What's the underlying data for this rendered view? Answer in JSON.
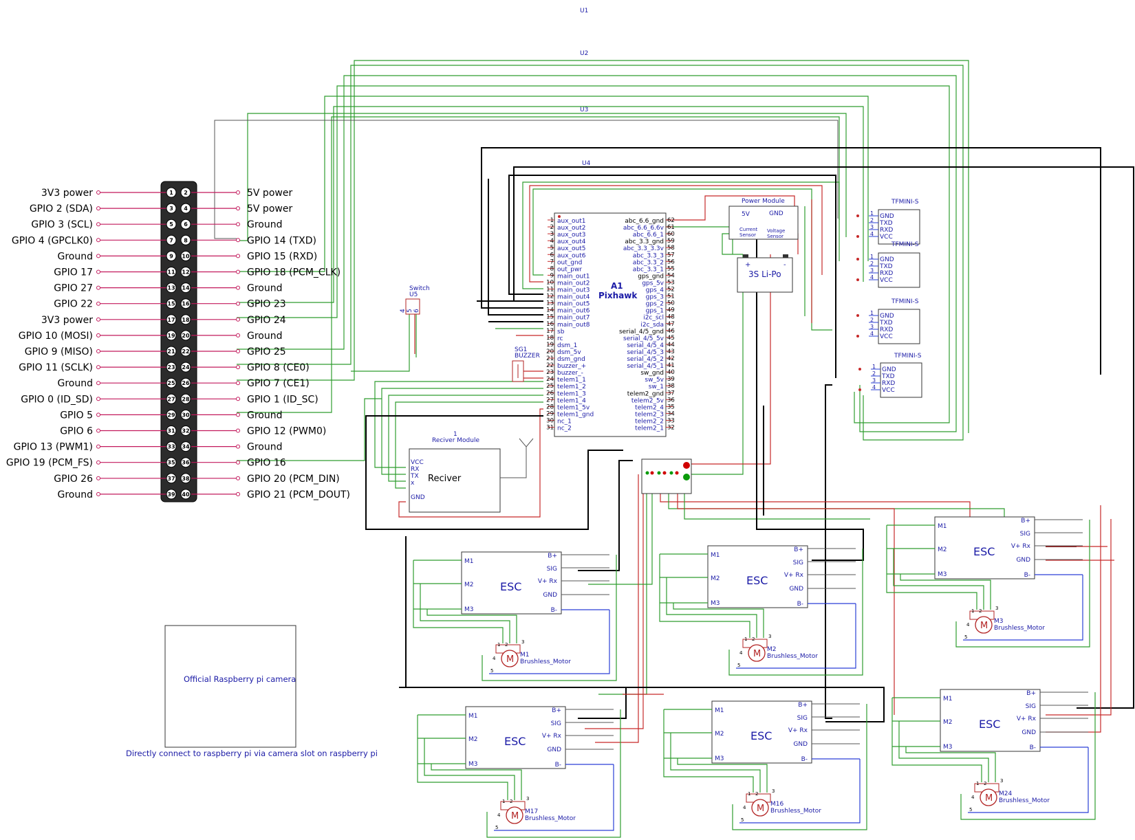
{
  "labels": {
    "u1": "U1",
    "u2": "U2",
    "u3": "U3",
    "u4": "U4",
    "u5": "U5",
    "switch": "Switch",
    "buzzer_ref": "SG1",
    "buzzer": "BUZZER",
    "receiver_ref": "1",
    "receiver_module": "Reciver Module",
    "receiver": "Reciver",
    "power_module": "Power Module",
    "battery": "3S Li-Po",
    "camera": "Official Raspberry pi camera",
    "camera_note": "Directly connect to raspberry pi via camera slot on raspberry pi",
    "a1": "A1",
    "pixhawk": "Pixhawk",
    "tfmini": "TFMINI-S",
    "esc": "ESC"
  },
  "gpio_left": [
    {
      "label": "3V3 power",
      "pin": "1"
    },
    {
      "label": "GPIO 2 (SDA)",
      "pin": "3"
    },
    {
      "label": "GPIO 3 (SCL)",
      "pin": "5"
    },
    {
      "label": "GPIO 4 (GPCLK0)",
      "pin": "7"
    },
    {
      "label": "Ground",
      "pin": "9"
    },
    {
      "label": "GPIO 17",
      "pin": "11"
    },
    {
      "label": "GPIO 27",
      "pin": "13"
    },
    {
      "label": "GPIO 22",
      "pin": "15"
    },
    {
      "label": "3V3 power",
      "pin": "17"
    },
    {
      "label": "GPIO 10 (MOSI)",
      "pin": "19"
    },
    {
      "label": "GPIO 9 (MISO)",
      "pin": "21"
    },
    {
      "label": "GPIO 11 (SCLK)",
      "pin": "23"
    },
    {
      "label": "Ground",
      "pin": "25"
    },
    {
      "label": "GPIO 0 (ID_SD)",
      "pin": "27"
    },
    {
      "label": "GPIO 5",
      "pin": "29"
    },
    {
      "label": "GPIO 6",
      "pin": "31"
    },
    {
      "label": "GPIO 13 (PWM1)",
      "pin": "33"
    },
    {
      "label": "GPIO 19 (PCM_FS)",
      "pin": "35"
    },
    {
      "label": "GPIO 26",
      "pin": "37"
    },
    {
      "label": "Ground",
      "pin": "39"
    }
  ],
  "gpio_right": [
    {
      "label": "5V power",
      "pin": "2"
    },
    {
      "label": "5V power",
      "pin": "4"
    },
    {
      "label": "Ground",
      "pin": "6"
    },
    {
      "label": "GPIO 14 (TXD)",
      "pin": "8"
    },
    {
      "label": "GPIO 15 (RXD)",
      "pin": "10"
    },
    {
      "label": "GPIO 18 (PCM_CLK)",
      "pin": "12"
    },
    {
      "label": "Ground",
      "pin": "14"
    },
    {
      "label": "GPIO 23",
      "pin": "16"
    },
    {
      "label": "GPIO 24",
      "pin": "18"
    },
    {
      "label": "Ground",
      "pin": "20"
    },
    {
      "label": "GPIO 25",
      "pin": "22"
    },
    {
      "label": "GPIO 8 (CE0)",
      "pin": "24"
    },
    {
      "label": "GPIO 7 (CE1)",
      "pin": "26"
    },
    {
      "label": "GPIO 1 (ID_SC)",
      "pin": "28"
    },
    {
      "label": "Ground",
      "pin": "30"
    },
    {
      "label": "GPIO 12 (PWM0)",
      "pin": "32"
    },
    {
      "label": "Ground",
      "pin": "34"
    },
    {
      "label": "GPIO 16",
      "pin": "36"
    },
    {
      "label": "GPIO 20 (PCM_DIN)",
      "pin": "38"
    },
    {
      "label": "GPIO 21 (PCM_DOUT)",
      "pin": "40"
    }
  ],
  "pixhawk_left": [
    {
      "n": "1",
      "l": "aux_out1"
    },
    {
      "n": "2",
      "l": "aux_out2"
    },
    {
      "n": "3",
      "l": "aux_out3"
    },
    {
      "n": "4",
      "l": "aux_out4"
    },
    {
      "n": "5",
      "l": "aux_out5"
    },
    {
      "n": "6",
      "l": "aux_out6"
    },
    {
      "n": "7",
      "l": "out_gnd"
    },
    {
      "n": "8",
      "l": "out_pwr"
    },
    {
      "n": "9",
      "l": "main_out1"
    },
    {
      "n": "10",
      "l": "main_out2"
    },
    {
      "n": "11",
      "l": "main_out3"
    },
    {
      "n": "12",
      "l": "main_out4"
    },
    {
      "n": "13",
      "l": "main_out5"
    },
    {
      "n": "14",
      "l": "main_out6"
    },
    {
      "n": "15",
      "l": "main_out7"
    },
    {
      "n": "16",
      "l": "main_out8"
    },
    {
      "n": "17",
      "l": "sb"
    },
    {
      "n": "18",
      "l": "rc"
    },
    {
      "n": "19",
      "l": "dsm_1"
    },
    {
      "n": "20",
      "l": "dsm_5v"
    },
    {
      "n": "21",
      "l": "dsm_gnd"
    },
    {
      "n": "22",
      "l": "buzzer_+"
    },
    {
      "n": "23",
      "l": "buzzer_-"
    },
    {
      "n": "24",
      "l": "telem1_1"
    },
    {
      "n": "25",
      "l": "telem1_2"
    },
    {
      "n": "26",
      "l": "telem1_3"
    },
    {
      "n": "27",
      "l": "telem1_4"
    },
    {
      "n": "28",
      "l": "telem1_5v"
    },
    {
      "n": "29",
      "l": "telem1_gnd"
    },
    {
      "n": "30",
      "l": "nc_1"
    },
    {
      "n": "31",
      "l": "nc_2"
    }
  ],
  "pixhawk_right": [
    {
      "n": "62",
      "l": "abc_6.6_gnd"
    },
    {
      "n": "61",
      "l": "abc_6.6_6.6v"
    },
    {
      "n": "60",
      "l": "abc_6.6_1"
    },
    {
      "n": "59",
      "l": "abc_3.3_gnd"
    },
    {
      "n": "58",
      "l": "abc_3.3_3.3v"
    },
    {
      "n": "57",
      "l": "abc_3.3_3"
    },
    {
      "n": "56",
      "l": "abc_3.3_2"
    },
    {
      "n": "55",
      "l": "abc_3.3_1"
    },
    {
      "n": "54",
      "l": "gps_gnd"
    },
    {
      "n": "53",
      "l": "gps_5v"
    },
    {
      "n": "52",
      "l": "gps_4"
    },
    {
      "n": "51",
      "l": "gps_3"
    },
    {
      "n": "50",
      "l": "gps_2"
    },
    {
      "n": "49",
      "l": "gps_1"
    },
    {
      "n": "48",
      "l": "i2c_scl"
    },
    {
      "n": "47",
      "l": "i2c_sda"
    },
    {
      "n": "46",
      "l": "serial_4/5_gnd"
    },
    {
      "n": "45",
      "l": "serial_4/5_5v"
    },
    {
      "n": "44",
      "l": "serial_4/5_4"
    },
    {
      "n": "43",
      "l": "serial_4/5_3"
    },
    {
      "n": "42",
      "l": "serial_4/5_2"
    },
    {
      "n": "41",
      "l": "serial_4/5_1"
    },
    {
      "n": "40",
      "l": "sw_gnd"
    },
    {
      "n": "39",
      "l": "sw_5v"
    },
    {
      "n": "38",
      "l": "sw_1"
    },
    {
      "n": "37",
      "l": "telem2_gnd"
    },
    {
      "n": "36",
      "l": "telem2_5v"
    },
    {
      "n": "35",
      "l": "telem2_4"
    },
    {
      "n": "34",
      "l": "telem2_3"
    },
    {
      "n": "33",
      "l": "telem2_2"
    },
    {
      "n": "32",
      "l": "telem2_1"
    }
  ],
  "tfmini_pins": [
    {
      "n": "1",
      "l": "GND"
    },
    {
      "n": "2",
      "l": "TXD"
    },
    {
      "n": "3",
      "l": "RXD"
    },
    {
      "n": "4",
      "l": "VCC"
    }
  ],
  "receiver_pins": [
    "VCC",
    "RX",
    "TX",
    "x",
    "GND"
  ],
  "power_pins": {
    "v5": "5V",
    "gnd": "GND",
    "current": "Current",
    "current2": "Sensor",
    "voltage": "Voltage",
    "voltage2": "Sensor",
    "plus": "+",
    "minus": "-"
  },
  "esc_pins": {
    "m1": "M1",
    "m2": "M2",
    "m3": "M3",
    "bplus": "B+",
    "sig": "SIG",
    "vrx": "V+ Rx",
    "gnd": "GND",
    "bminus": "B-"
  },
  "switch_pins": [
    "4",
    "5",
    "6"
  ],
  "escs": [
    {
      "motor": "M1",
      "motor_label": "Brushless_Motor"
    },
    {
      "motor": "M2",
      "motor_label": "Brushless_Motor"
    },
    {
      "motor": "M3",
      "motor_label": "Brushless_Motor"
    },
    {
      "motor": "M17",
      "motor_label": "Brushless_Motor"
    },
    {
      "motor": "M16",
      "motor_label": "Brushless_Motor"
    },
    {
      "motor": "M24",
      "motor_label": "Brushless_Motor"
    }
  ],
  "motor_pin_labels": {
    "p1": "1",
    "p2": "2",
    "p3": "3",
    "p4": "4",
    "p5": "5",
    "m": "M"
  },
  "colors": {
    "wire_red": "#c62828",
    "wire_green": "#2e9c2e",
    "wire_black": "#000000",
    "wire_blue": "#2a3fd6",
    "gpio_pink": "#c2185b",
    "label_blue": "#1a1aa6"
  }
}
